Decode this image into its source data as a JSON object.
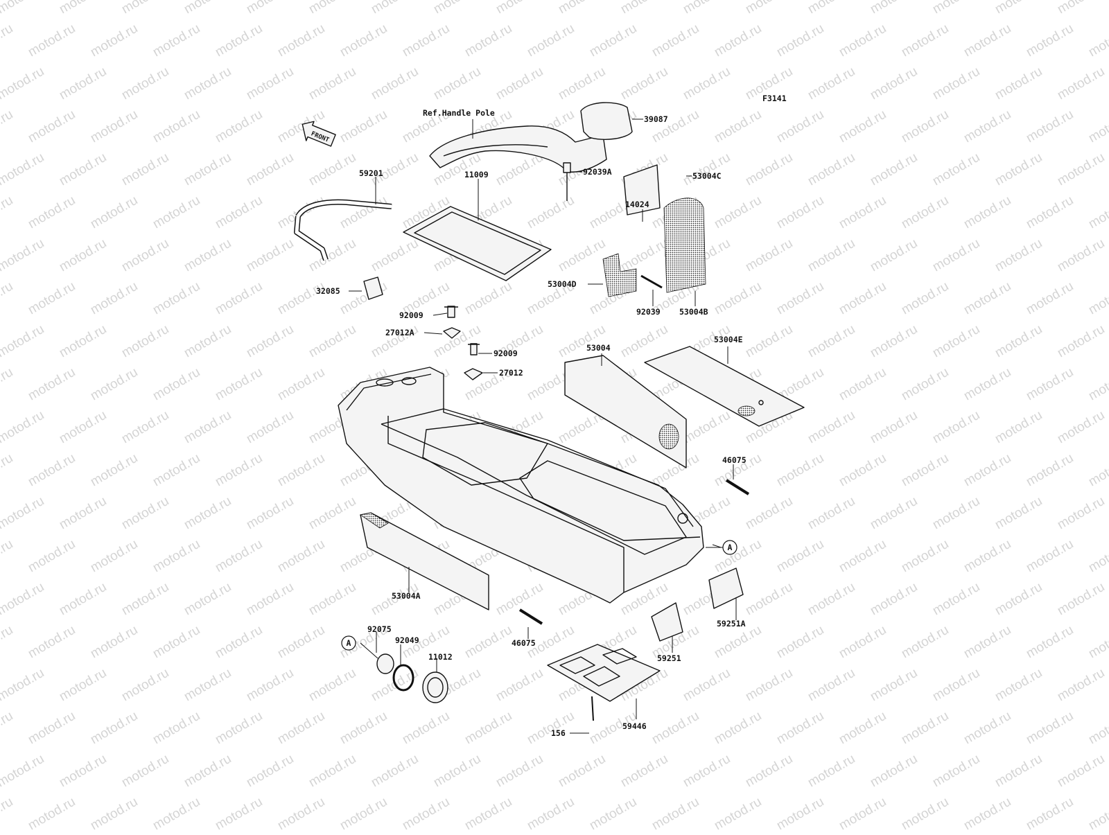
{
  "figure_code": "F3141",
  "watermark": "motod.ru",
  "front_arrow_label": "FRONT",
  "callouts": {
    "ref_handle_pole": "Ref.Handle Pole",
    "p39087": "39087",
    "p92039A": "92039A",
    "p59201": "59201",
    "p11009": "11009",
    "p14024": "14024",
    "p53004C": "53004C",
    "p53004D": "53004D",
    "p92039": "92039",
    "p53004B": "53004B",
    "p32085": "32085",
    "p92009a": "92009",
    "p27012A": "27012A",
    "p92009b": "92009",
    "p27012": "27012",
    "p53004": "53004",
    "p53004E": "53004E",
    "p46075a": "46075",
    "p53004A": "53004A",
    "p46075b": "46075",
    "p59251A": "59251A",
    "p59251": "59251",
    "p92075": "92075",
    "p92049": "92049",
    "p11012": "11012",
    "p156": "156",
    "p59446": "59446",
    "ref_A_top": "A",
    "ref_A_bottom": "A"
  }
}
